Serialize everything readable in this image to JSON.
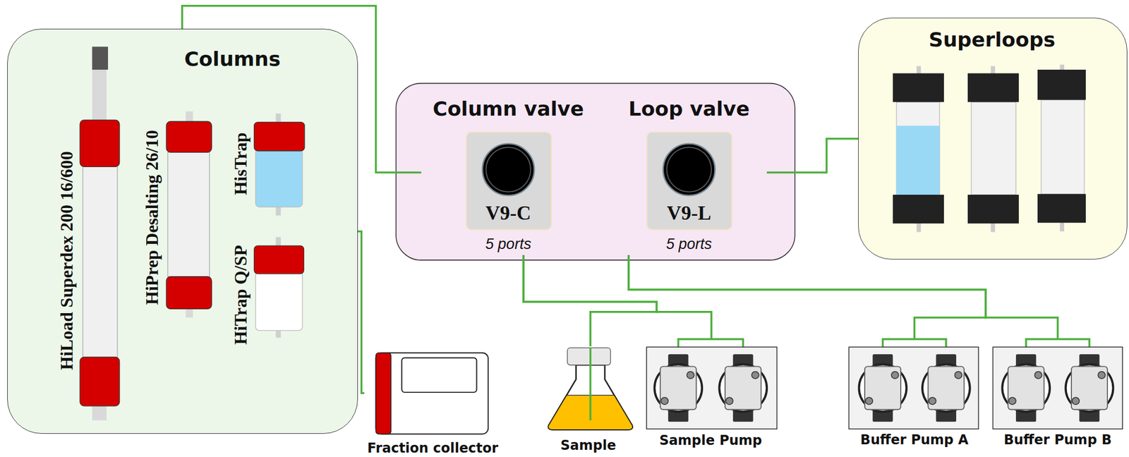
{
  "diagram": {
    "nodes": [
      {
        "text": [
          "Columns"
        ]
      },
      {
        "text": [
          "HiLoad Superdex 200 16/600"
        ],
        "in": 0
      },
      {
        "text": [
          "HiPrep Desalting 26/10"
        ],
        "in": 0
      },
      {
        "text": [
          "HisTrap"
        ],
        "in": 0
      },
      {
        "text": [
          "HiTrap Q/SP"
        ],
        "in": 0
      },
      {
        "text": [
          "Column valve",
          "V9-C",
          "5 ports"
        ]
      },
      {
        "text": [
          "Loop valve",
          "V9-L",
          "5 ports"
        ]
      },
      {
        "text": [
          "Superloops"
        ]
      },
      {
        "text": [
          "Fraction collector"
        ]
      },
      {
        "text": [
          "Sample"
        ]
      },
      {
        "text": [
          "Sample Pump"
        ]
      },
      {
        "text": [
          "Buffer Pump A"
        ]
      },
      {
        "text": [
          "Buffer Pump B"
        ]
      }
    ],
    "edges": [
      {
        "from": 0,
        "to": 5,
        "arrow": "none"
      },
      {
        "from": 0,
        "to": 8,
        "arrow": "none"
      },
      {
        "from": 5,
        "to": 9,
        "arrow": "none"
      },
      {
        "from": 5,
        "to": 10,
        "arrow": "none"
      },
      {
        "from": 6,
        "to": 7,
        "arrow": "none"
      },
      {
        "from": 6,
        "to": 11,
        "arrow": "none"
      },
      {
        "from": 6,
        "to": 12,
        "arrow": "none"
      }
    ]
  }
}
